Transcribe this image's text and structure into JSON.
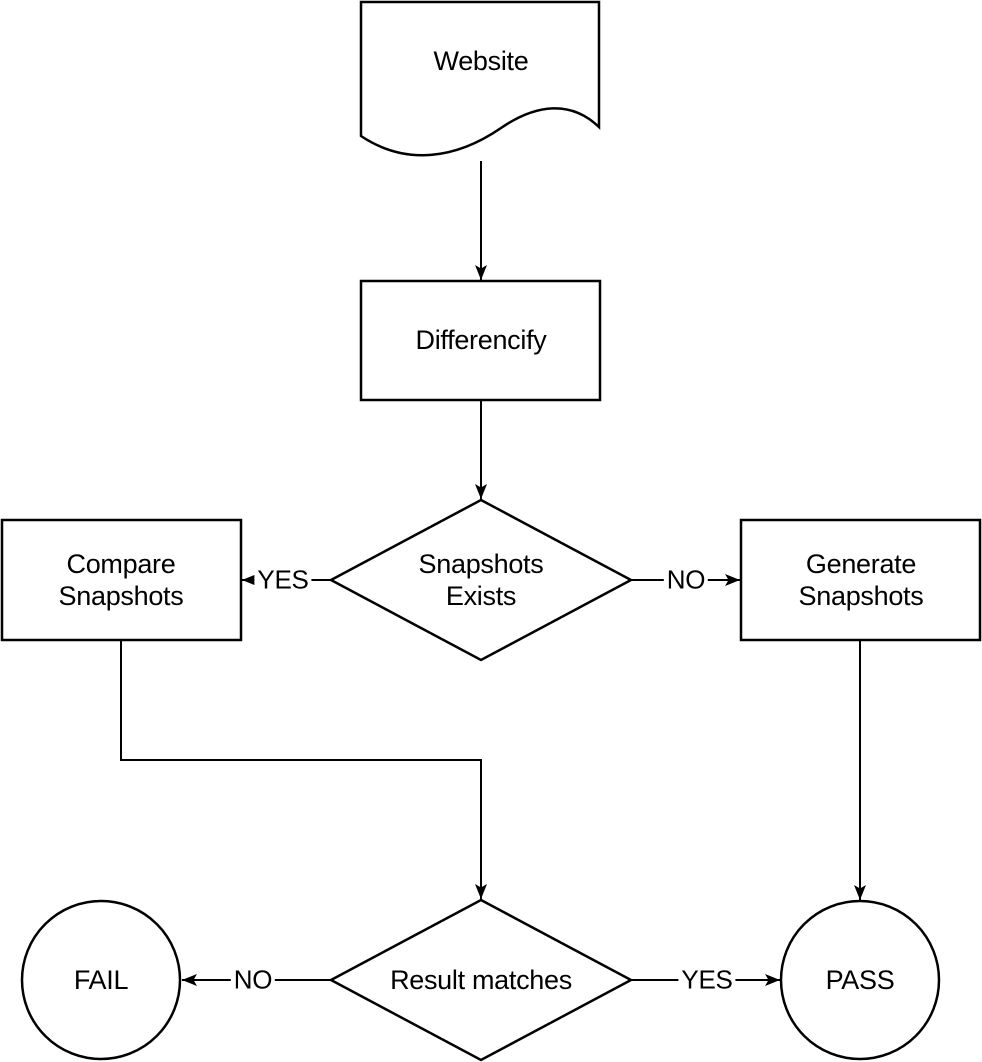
{
  "diagram": {
    "type": "flowchart",
    "colors": {
      "background": "#FFFFFF",
      "stroke": "#000000",
      "text": "#000000",
      "fail_fill": "#FF6666",
      "pass_fill": "#00CC00"
    },
    "nodes": {
      "website": {
        "shape": "document",
        "label": "Website"
      },
      "differencify": {
        "shape": "process",
        "label": "Differencify"
      },
      "snapshots_exists": {
        "shape": "decision",
        "label": "Snapshots\nExists"
      },
      "compare_snapshots": {
        "shape": "process",
        "label": "Compare\nSnapshots"
      },
      "generate_snapshots": {
        "shape": "process",
        "label": "Generate\nSnapshots"
      },
      "result_matches": {
        "shape": "decision",
        "label": "Result matches"
      },
      "fail": {
        "shape": "circle",
        "label": "FAIL",
        "fill": "#FF6666"
      },
      "pass": {
        "shape": "circle",
        "label": "PASS",
        "fill": "#00CC00"
      }
    },
    "edge_labels": {
      "snapshots_exists_yes": "YES",
      "snapshots_exists_no": "NO",
      "result_matches_no": "NO",
      "result_matches_yes": "YES"
    }
  }
}
